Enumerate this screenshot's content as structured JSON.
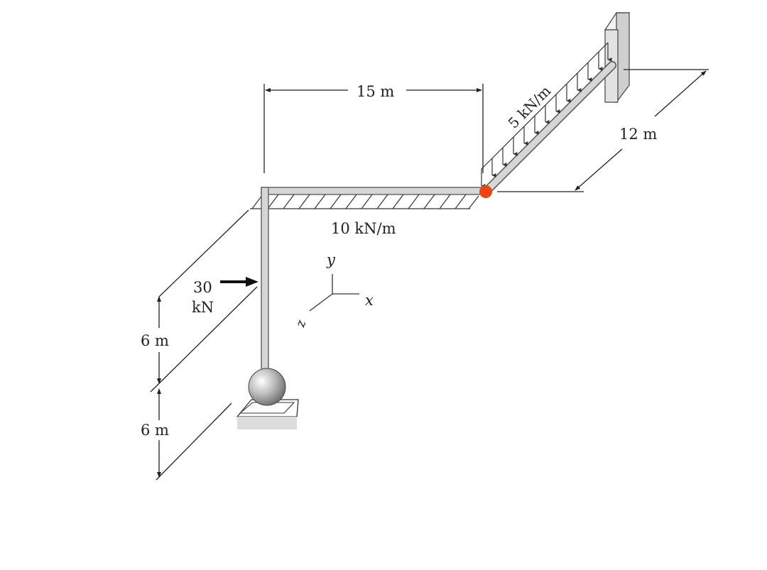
{
  "dimensions": {
    "top_span": "15 m",
    "right_span": "12 m",
    "left_upper": "6 m",
    "left_lower": "6 m"
  },
  "loads": {
    "distributed_x": "10 kN/m",
    "distributed_z": "5 kN/m",
    "point_load_value": "30",
    "point_load_unit": "kN"
  },
  "axes": {
    "y": "y",
    "x": "x",
    "z": "z"
  },
  "colors": {
    "joint_marker": "#ee4411",
    "member_fill": "#d6d6d6",
    "member_stroke": "#555555",
    "wall_fill": "#e2e2e2"
  }
}
